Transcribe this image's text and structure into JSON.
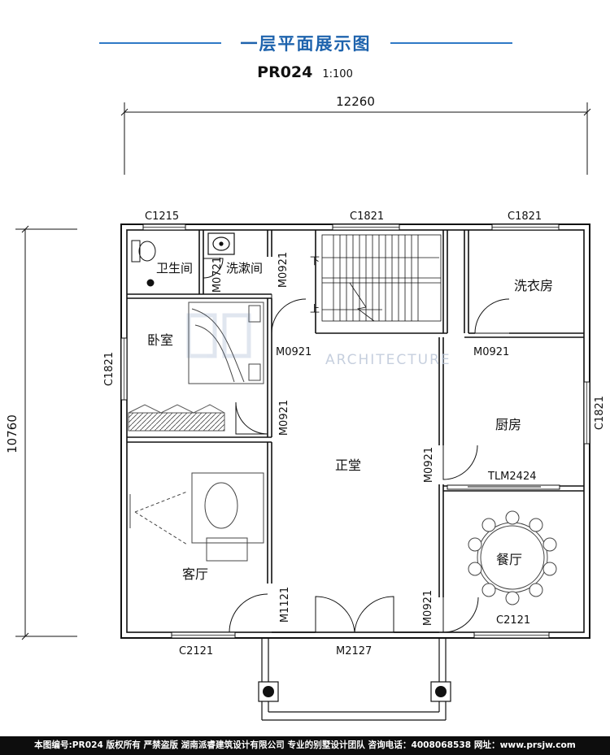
{
  "header": {
    "title": "一层平面展示图",
    "code": "PR024",
    "scale": "1:100"
  },
  "dimensions": {
    "overall_width": "12260",
    "overall_depth": "10760"
  },
  "rooms": {
    "toilet": "卫生间",
    "washroom": "洗漱间",
    "bedroom": "卧室",
    "laundry": "洗衣房",
    "hall": "正堂",
    "kitchen": "厨房",
    "dining": "餐厅",
    "living": "客厅"
  },
  "openings": {
    "win_toilet": "C1215",
    "win_stair": "C1821",
    "win_laundry": "C1821",
    "win_bedroom": "C1821",
    "win_kitchen": "C1821",
    "win_living": "C2121",
    "win_dining": "C2121",
    "door_washroom": "M0721",
    "door_stair": "M0921",
    "door_bedroom_top": "M0921",
    "door_bedroom_side": "M0921",
    "door_laundry": "M0921",
    "door_kitchen": "M0921",
    "door_dining": "M0921",
    "door_living": "M1121",
    "door_main": "M2127",
    "sliding_kitchen": "TLM2424"
  },
  "stairs": {
    "down": "下",
    "up": "上"
  },
  "watermark": {
    "text": "ARCHITECTURE"
  },
  "footer": {
    "text": "本图编号:PR024 版权所有 严禁盗版 湖南派睿建筑设计有限公司 专业的别墅设计团队 咨询电话：4008068538 网址：www.prsjw.com"
  },
  "colors": {
    "title": "#1e63ad",
    "title_line": "#2f79c6",
    "wall": "#111111",
    "footer_bg": "#0d0d0d"
  }
}
